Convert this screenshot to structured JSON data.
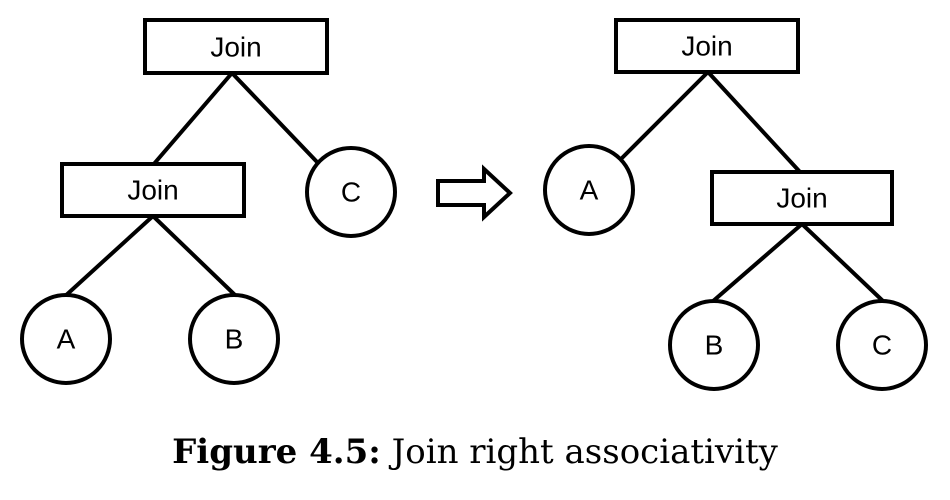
{
  "left_tree": {
    "root_label": "Join",
    "inner_join_label": "Join",
    "leaf_a": "A",
    "leaf_b": "B",
    "leaf_c": "C"
  },
  "right_tree": {
    "root_label": "Join",
    "inner_join_label": "Join",
    "leaf_a": "A",
    "leaf_b": "B",
    "leaf_c": "C"
  },
  "caption": {
    "label": "Figure 4.5:",
    "text": "Join right associativity"
  }
}
